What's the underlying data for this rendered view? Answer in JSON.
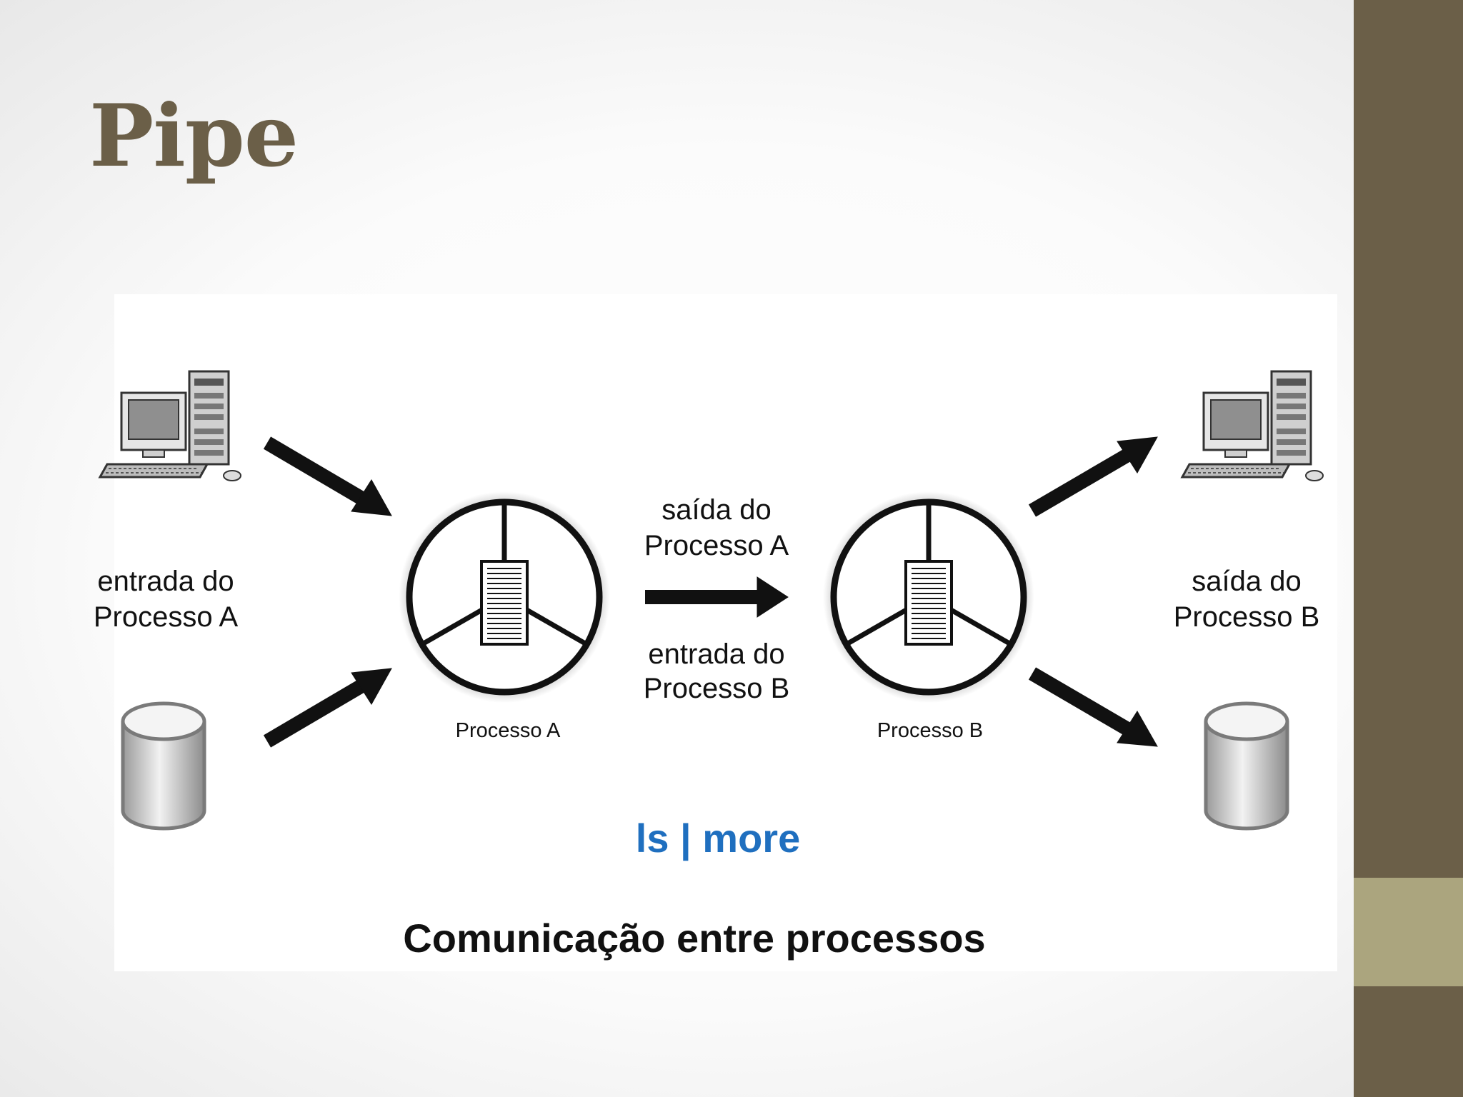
{
  "slide": {
    "title": "Pipe",
    "accent_color": "#6b5f48",
    "accent_light_color": "#aba57e"
  },
  "diagram": {
    "input_label_line1": "entrada do",
    "input_label_line2": "Processo A",
    "middle_out_line1": "saída do",
    "middle_out_line2": "Processo A",
    "middle_in_line1": "entrada do",
    "middle_in_line2": "Processo B",
    "output_label_line1": "saída do",
    "output_label_line2": "Processo B",
    "process_a_caption": "Processo A",
    "process_b_caption": "Processo B",
    "command": "ls | more",
    "command_color": "#1f6fbf",
    "caption": "Comunicação entre processos",
    "icons": [
      "computer-icon",
      "database-icon",
      "process-icon",
      "arrow-icon"
    ]
  }
}
